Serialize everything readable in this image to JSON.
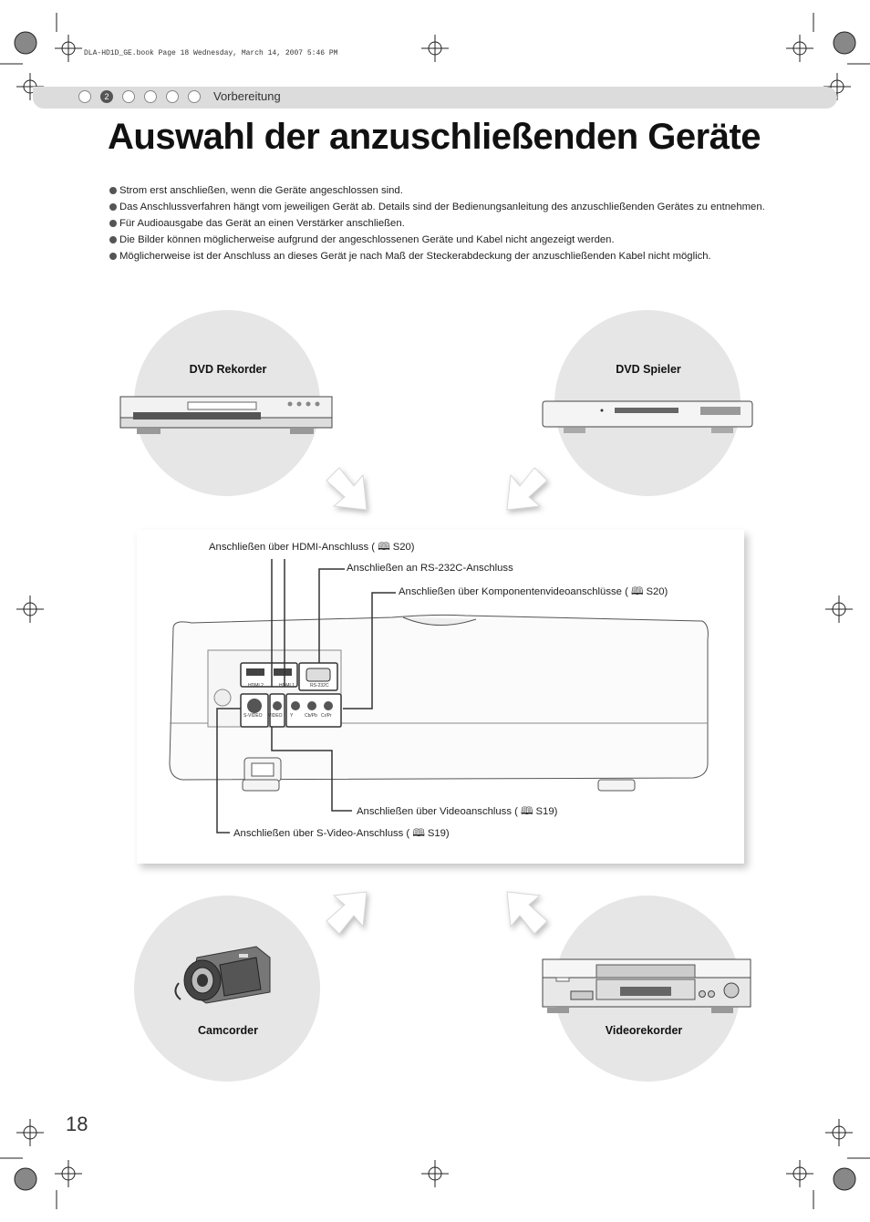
{
  "print_header": "DLA-HD1D_GE.book  Page 18  Wednesday, March 14, 2007  5:46 PM",
  "chapter": {
    "active_number": "2",
    "label": "Vorbereitung"
  },
  "title": "Auswahl der anzuschließenden Geräte",
  "bullets": [
    "Strom erst anschließen, wenn die Geräte angeschlossen sind.",
    "Das Anschlussverfahren hängt vom jeweiligen Gerät ab. Details sind der Bedienungsanleitung des anzuschließenden Gerätes zu entnehmen.",
    "Für Audioausgabe das Gerät an einen Verstärker anschließen.",
    "Die Bilder können möglicherweise aufgrund der angeschlossenen Geräte und Kabel nicht angezeigt werden.",
    "Möglicherweise ist der Anschluss an dieses Gerät je nach Maß der Steckerabdeckung der anzuschließenden Kabel nicht möglich."
  ],
  "devices": {
    "dvd_recorder": "DVD Rekorder",
    "dvd_player": "DVD Spieler",
    "camcorder": "Camcorder",
    "vcr": "Videorekorder"
  },
  "callouts": {
    "hdmi": {
      "text": "Anschließen über HDMI-Anschluss (",
      "ref": "S20)"
    },
    "rs232c": {
      "text": "Anschließen an RS-232C-Anschluss"
    },
    "component": {
      "text": "Anschließen über Komponentenvideoanschlüsse (",
      "ref": "S20)"
    },
    "video": {
      "text": "Anschließen über Videoanschluss (",
      "ref": "S19)"
    },
    "svideo": {
      "text": "Anschließen über S-Video-Anschluss (",
      "ref": "S19)"
    }
  },
  "port_labels": {
    "hdmi2": "HDMI 2",
    "hdmi1": "HDMI 1",
    "rs232c": "RS-232C",
    "svideo": "S-VIDEO",
    "video": "VIDEO",
    "y": "Y",
    "cb": "Cb/Pb",
    "cr": "Cr/Pr"
  },
  "page_number": "18"
}
